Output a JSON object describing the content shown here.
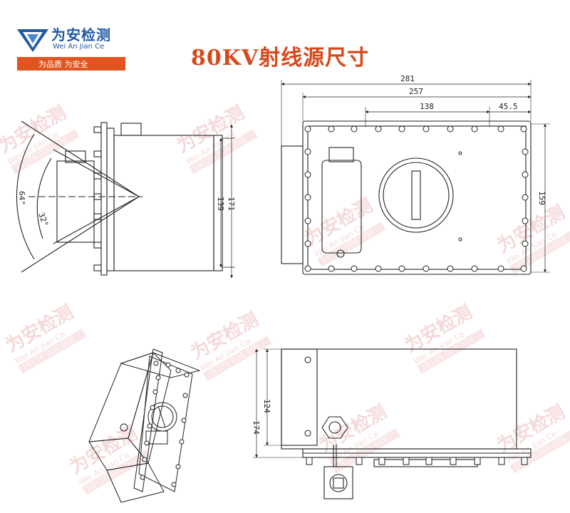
{
  "brand": {
    "name": "为安检测",
    "name_en": "Wei An Jian Ce",
    "slogan": "为品质  为安全",
    "logo_color": "#1f5aa6",
    "slogan_bg": "#e0551f"
  },
  "title": "80KV射线源尺寸",
  "title_color": "#d8481b",
  "dimensions": {
    "side_view": {
      "angle_outer": "64°",
      "angle_inner": "32°",
      "inner_height": "139",
      "outer_height": "171"
    },
    "front_view": {
      "overall_width": "281",
      "body_width": "257",
      "window_span": "138",
      "offset": "45.5",
      "height": "159"
    },
    "bottom_view": {
      "inner_height": "124",
      "outer_height": "174"
    }
  },
  "watermark": {
    "cn": "为安检测",
    "en": "Wei An Jian Ce",
    "phone": "18126 006 006"
  }
}
